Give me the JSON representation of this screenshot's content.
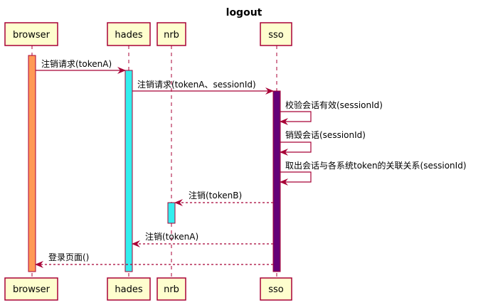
{
  "title": "logout",
  "participants": [
    {
      "id": "browser",
      "label": "browser",
      "activation_color": "#ff9955"
    },
    {
      "id": "hades",
      "label": "hades",
      "activation_color": "#33eeee"
    },
    {
      "id": "nrb",
      "label": "nrb",
      "activation_color": "#33eeee"
    },
    {
      "id": "sso",
      "label": "sso",
      "activation_color": "#660077"
    }
  ],
  "messages": [
    {
      "from": "browser",
      "to": "hades",
      "label": "注销请求(tokenA)",
      "style": "solid"
    },
    {
      "from": "hades",
      "to": "sso",
      "label": "注销请求(tokenA、sessionId)",
      "style": "solid"
    },
    {
      "from": "sso",
      "to": "sso",
      "label": "校验会话有效(sessionId)",
      "style": "solid"
    },
    {
      "from": "sso",
      "to": "sso",
      "label": "销毁会话(sessionId)",
      "style": "solid"
    },
    {
      "from": "sso",
      "to": "sso",
      "label": "取出会话与各系统token的关联关系(sessionId)",
      "style": "solid"
    },
    {
      "from": "sso",
      "to": "nrb",
      "label": "注销(tokenB)",
      "style": "dashed"
    },
    {
      "from": "sso",
      "to": "hades",
      "label": "注销(tokenA)",
      "style": "dashed"
    },
    {
      "from": "sso",
      "to": "browser",
      "label": "登录页面()",
      "style": "dashed"
    }
  ],
  "colors": {
    "participant_fill": "#fefece",
    "participant_border": "#a80036",
    "arrow": "#a80036",
    "lifeline": "#a80036"
  }
}
